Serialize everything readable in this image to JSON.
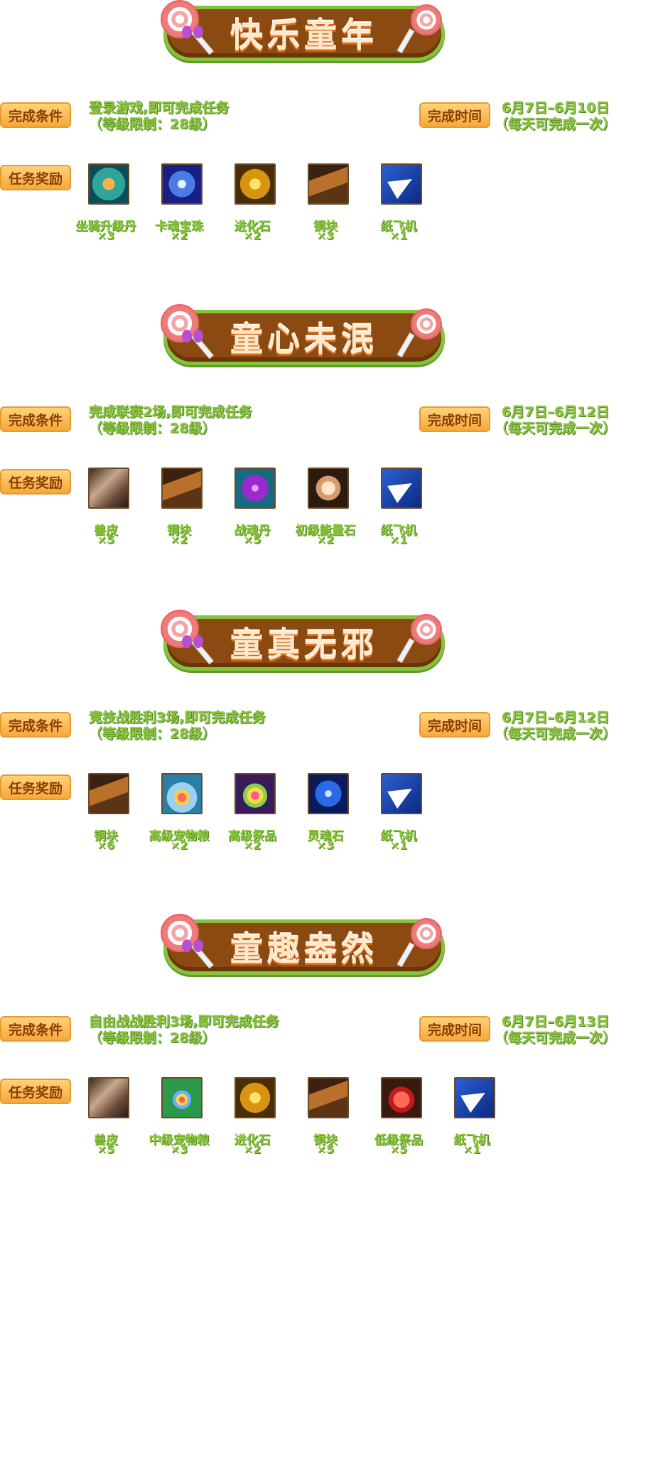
{
  "labels": {
    "condition": "完成条件",
    "time": "完成时间",
    "reward": "任务奖励"
  },
  "sections": [
    {
      "title": "快乐童年",
      "condition_line1": "登录游戏,即可完成任务",
      "condition_line2": "（等级限制：28级）",
      "time_line1": "6月7日–6月10日",
      "time_line2": "（每天可完成一次）",
      "rewards": [
        {
          "name": "坐骑升级丹",
          "count": "×3",
          "icon": "mount-pill-icon"
        },
        {
          "name": "卡魂宝珠",
          "count": "×2",
          "icon": "card-soul-pearl-icon"
        },
        {
          "name": "进化石",
          "count": "×2",
          "icon": "evolution-stone-icon"
        },
        {
          "name": "铜块",
          "count": "×3",
          "icon": "copper-block-icon"
        },
        {
          "name": "纸飞机",
          "count": "×1",
          "icon": "paper-plane-icon"
        }
      ]
    },
    {
      "title": "童心未泯",
      "condition_line1": "完成联赛2场,即可完成任务",
      "condition_line2": "（等级限制：28级）",
      "time_line1": "6月7日–6月12日",
      "time_line2": "（每天可完成一次）",
      "rewards": [
        {
          "name": "兽皮",
          "count": "×5",
          "icon": "beast-hide-icon"
        },
        {
          "name": "铜块",
          "count": "×2",
          "icon": "copper-block-icon"
        },
        {
          "name": "战魂丹",
          "count": "×5",
          "icon": "battle-soul-pill-icon"
        },
        {
          "name": "初级能量石",
          "count": "×2",
          "icon": "energy-stone-icon"
        },
        {
          "name": "纸飞机",
          "count": "×1",
          "icon": "paper-plane-icon"
        }
      ]
    },
    {
      "title": "童真无邪",
      "condition_line1": "竞技战胜利3场,即可完成任务",
      "condition_line2": "（等级限制：28级）",
      "time_line1": "6月7日–6月12日",
      "time_line2": "（每天可完成一次）",
      "rewards": [
        {
          "name": "铜块",
          "count": "×6",
          "icon": "copper-block-icon"
        },
        {
          "name": "高级宠物粮",
          "count": "×2",
          "icon": "pet-food-icon"
        },
        {
          "name": "高级祭品",
          "count": "×2",
          "icon": "offering-icon"
        },
        {
          "name": "灵魂石",
          "count": "×3",
          "icon": "soul-stone-icon"
        },
        {
          "name": "纸飞机",
          "count": "×1",
          "icon": "paper-plane-icon"
        }
      ]
    },
    {
      "title": "童趣盎然",
      "condition_line1": "自由战战胜利3场,即可完成任务",
      "condition_line2": "（等级限制：28级）",
      "time_line1": "6月7日–6月13日",
      "time_line2": "（每天可完成一次）",
      "rewards": [
        {
          "name": "兽皮",
          "count": "×5",
          "icon": "beast-hide-icon"
        },
        {
          "name": "中级宠物粮",
          "count": "×3",
          "icon": "pet-food-icon"
        },
        {
          "name": "进化石",
          "count": "×2",
          "icon": "evolution-stone-icon"
        },
        {
          "name": "铜块",
          "count": "×5",
          "icon": "copper-block-icon"
        },
        {
          "name": "低级祭品",
          "count": "×5",
          "icon": "offering-icon"
        },
        {
          "name": "纸飞机",
          "count": "×1",
          "icon": "paper-plane-icon"
        }
      ]
    }
  ]
}
